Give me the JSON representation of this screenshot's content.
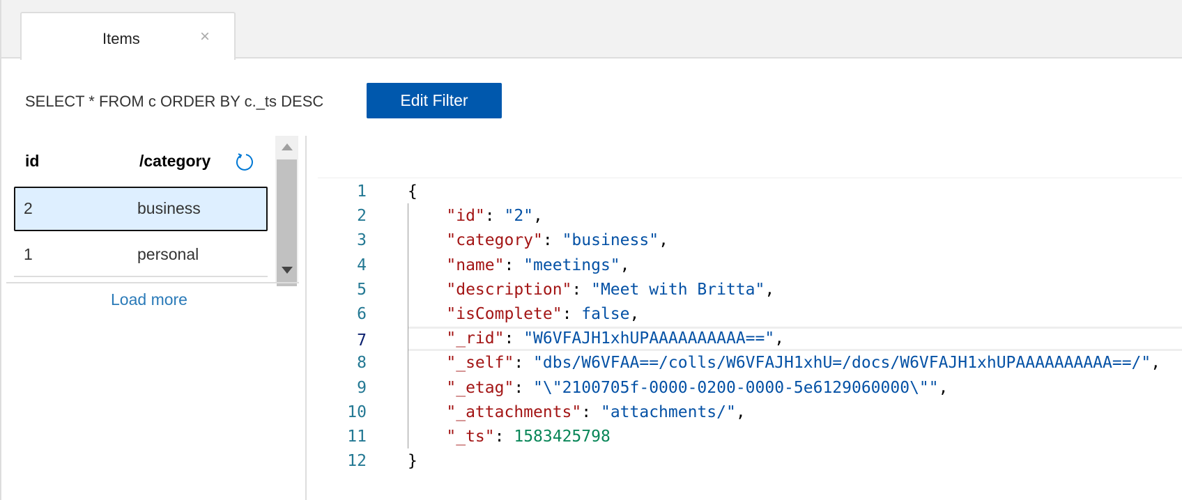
{
  "tab": {
    "label": "Items",
    "close": "×"
  },
  "query": "SELECT * FROM c ORDER BY c._ts DESC",
  "edit_filter_label": "Edit Filter",
  "table": {
    "headers": [
      "id",
      "/category"
    ],
    "rows": [
      {
        "id": "2",
        "category": "business"
      },
      {
        "id": "1",
        "category": "personal"
      }
    ],
    "load_more": "Load more"
  },
  "colors": {
    "accent": "#0058ad",
    "selected_row": "#deefff",
    "key": "#a31515",
    "string": "#0451a5",
    "number": "#098658"
  },
  "editor": {
    "lines": [
      {
        "n": "1",
        "key": "",
        "val": "",
        "pre": "{"
      },
      {
        "n": "2",
        "key": "\"id\"",
        "val": "\"2\"",
        "t": "s"
      },
      {
        "n": "3",
        "key": "\"category\"",
        "val": "\"business\"",
        "t": "s"
      },
      {
        "n": "4",
        "key": "\"name\"",
        "val": "\"meetings\"",
        "t": "s"
      },
      {
        "n": "5",
        "key": "\"description\"",
        "val": "\"Meet with Britta\"",
        "t": "s"
      },
      {
        "n": "6",
        "key": "\"isComplete\"",
        "val": "false",
        "t": "s"
      },
      {
        "n": "7",
        "key": "\"_rid\"",
        "val": "\"W6VFAJH1xhUPAAAAAAAAAA==\"",
        "t": "s"
      },
      {
        "n": "8",
        "key": "\"_self\"",
        "val": "\"dbs/W6VFAA==/colls/W6VFAJH1xhU=/docs/W6VFAJH1xhUPAAAAAAAAAA==/\"",
        "t": "s"
      },
      {
        "n": "9",
        "key": "\"_etag\"",
        "val": "\"\\\"2100705f-0000-0200-0000-5e6129060000\\\"\"",
        "t": "s"
      },
      {
        "n": "10",
        "key": "\"_attachments\"",
        "val": "\"attachments/\"",
        "t": "s"
      },
      {
        "n": "11",
        "key": "\"_ts\"",
        "val": "1583425798",
        "t": "n",
        "last": true
      },
      {
        "n": "12",
        "key": "",
        "val": "",
        "pre": "}"
      }
    ]
  }
}
